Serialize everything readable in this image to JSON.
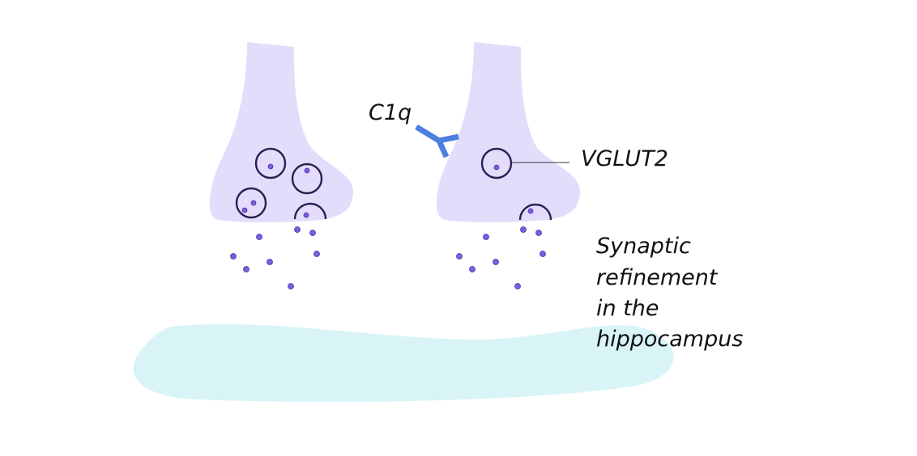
{
  "colors": {
    "terminal_fill": "#e3ddfb",
    "vesicle_stroke": "#2b1f55",
    "vesicle_dot": "#7c5ce0",
    "vesicle_dot_stroke": "#4a35a8",
    "c1q_color": "#4d7fe0",
    "postsynaptic_fill": "#d8f4f7",
    "leader_line": "#333333",
    "text": "#111111"
  },
  "labels": {
    "c1q": "C1q",
    "vglut2": "VGLUT2"
  },
  "caption_lines": [
    "Synaptic",
    "refinement",
    "in the",
    "hippocampus"
  ],
  "icons": {
    "c1q_marker": "y-shaped-antibody-icon"
  }
}
